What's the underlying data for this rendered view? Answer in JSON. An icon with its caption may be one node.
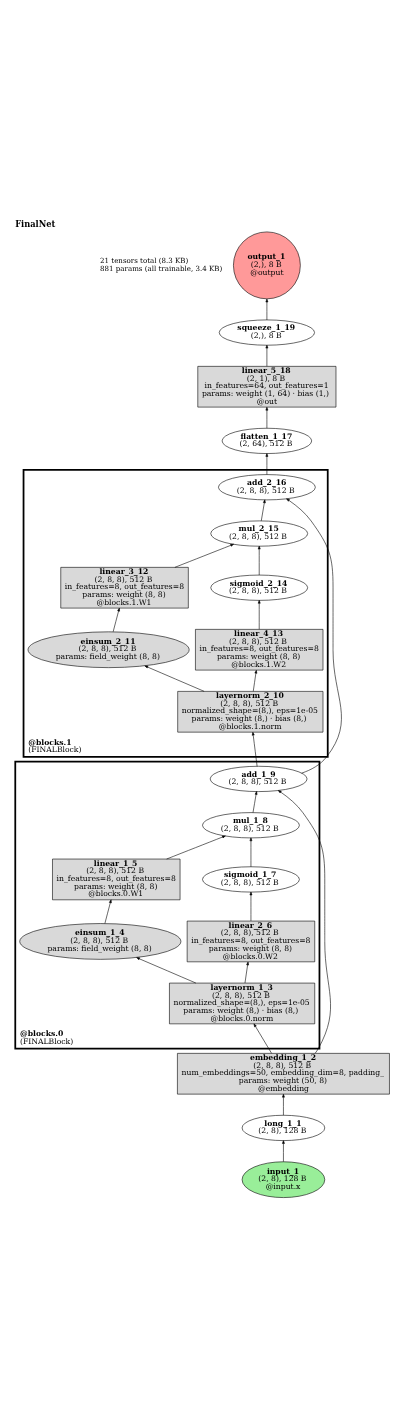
{
  "diagram": {
    "title": "FinalNet",
    "nodes": [
      {
        "text": [
          "output_1",
          "(2,), 8 B",
          "@output"
        ]
      },
      {
        "text": [
          "squeeze_1_19",
          "(2,), 8 B"
        ]
      },
      {
        "text": [
          "linear_5_18",
          "(2, 1), 8 B",
          "in_features=64, out_features=1",
          "params: weight (1, 64) · bias (1,)",
          "@out"
        ]
      },
      {
        "text": [
          "flatten_1_17",
          "(2, 64), 512 B"
        ]
      },
      {
        "text": [
          "@blocks.1",
          "(FINALBlock)"
        ]
      },
      {
        "text": [
          "add_2_16",
          "(2, 8, 8), 512 B"
        ],
        "in": 4
      },
      {
        "text": [
          "mul_2_15",
          "(2, 8, 8), 512 B"
        ],
        "in": 4
      },
      {
        "text": [
          "linear_3_12",
          "(2, 8, 8), 512 B",
          "in_features=8, out_features=8",
          "params: weight (8, 8)",
          "@blocks.1.W1"
        ],
        "in": 4
      },
      {
        "text": [
          "sigmoid_2_14",
          "(2, 8, 8), 512 B"
        ],
        "in": 4
      },
      {
        "text": [
          "einsum_2_11",
          "(2, 8, 8), 512 B",
          "params: field_weight (8, 8)"
        ],
        "in": 4
      },
      {
        "text": [
          "linear_4_13",
          "(2, 8, 8), 512 B",
          "in_features=8, out_features=8",
          "params: weight (8, 8)",
          "@blocks.1.W2"
        ],
        "in": 4
      },
      {
        "text": [
          "layernorm_2_10",
          "(2, 8, 8), 512 B",
          "normalized_shape=(8,), eps=1e-05",
          "params: weight (8,) · bias (8,)",
          "@blocks.1.norm"
        ],
        "in": 4
      },
      {
        "text": [
          "@blocks.0",
          "(FINALBlock)"
        ]
      },
      {
        "text": [
          "add_1_9",
          "(2, 8, 8), 512 B"
        ],
        "in": 12
      },
      {
        "text": [
          "mul_1_8",
          "(2, 8, 8), 512 B"
        ],
        "in": 12
      },
      {
        "text": [
          "linear_1_5",
          "(2, 8, 8), 512 B",
          "in_features=8, out_features=8",
          "params: weight (8, 8)",
          "@blocks.0.W1"
        ],
        "in": 12
      },
      {
        "text": [
          "sigmoid_1_7",
          "(2, 8, 8), 512 B"
        ],
        "in": 12
      },
      {
        "text": [
          "einsum_1_4",
          "(2, 8, 8), 512 B",
          "params: field_weight (8, 8)"
        ],
        "in": 12
      },
      {
        "text": [
          "linear_2_6",
          "(2, 8, 8), 512 B",
          "in_features=8, out_features=8",
          "params: weight (8, 8)",
          "@blocks.0.W2"
        ],
        "in": 12
      },
      {
        "text": [
          "layernorm_1_3",
          "(2, 8, 8), 512 B",
          "normalized_shape=(8,), eps=1e-05",
          "params: weight (8,) · bias (8,)",
          "@blocks.0.norm"
        ],
        "in": 12
      },
      {
        "text": [
          "embedding_1_2",
          "(2, 8, 8), 512 B",
          "num_embeddings=50, embedding_dim=8, padding_",
          "params: weight (50, 8)",
          "@embedding"
        ]
      },
      {
        "text": [
          "long_1_1",
          "(2, 8), 128 B"
        ]
      },
      {
        "text": [
          "input_1",
          "(2, 8), 128 B",
          "@input.x"
        ]
      }
    ],
    "edges": [
      {
        "from": 22,
        "to": 21,
        "arrow": "to"
      },
      {
        "from": 21,
        "to": 20,
        "arrow": "to"
      },
      {
        "from": 20,
        "to": 19,
        "arrow": "to"
      },
      {
        "from": 20,
        "to": 13,
        "arrow": "to"
      },
      {
        "from": 19,
        "to": 17,
        "arrow": "to"
      },
      {
        "from": 19,
        "to": 18,
        "arrow": "to"
      },
      {
        "from": 17,
        "to": 15,
        "arrow": "to"
      },
      {
        "from": 18,
        "to": 16,
        "arrow": "to"
      },
      {
        "from": 15,
        "to": 14,
        "arrow": "to"
      },
      {
        "from": 16,
        "to": 14,
        "arrow": "to"
      },
      {
        "from": 14,
        "to": 13,
        "arrow": "to"
      },
      {
        "from": 13,
        "to": 11,
        "arrow": "to"
      },
      {
        "from": 13,
        "to": 5,
        "arrow": "to"
      },
      {
        "from": 11,
        "to": 9,
        "arrow": "to"
      },
      {
        "from": 11,
        "to": 10,
        "arrow": "to"
      },
      {
        "from": 9,
        "to": 7,
        "arrow": "to"
      },
      {
        "from": 10,
        "to": 8,
        "arrow": "to"
      },
      {
        "from": 7,
        "to": 6,
        "arrow": "to"
      },
      {
        "from": 8,
        "to": 6,
        "arrow": "to"
      },
      {
        "from": 6,
        "to": 5,
        "arrow": "to"
      },
      {
        "from": 5,
        "to": 3,
        "arrow": "to"
      },
      {
        "from": 3,
        "to": 2,
        "arrow": "to"
      },
      {
        "from": 2,
        "to": 1,
        "arrow": "to"
      },
      {
        "from": 1,
        "to": 0,
        "arrow": "to"
      }
    ],
    "labels": [
      "21 tensors total (8.3 KB)",
      "881 params (all trainable, 3.4 KB)"
    ]
  }
}
